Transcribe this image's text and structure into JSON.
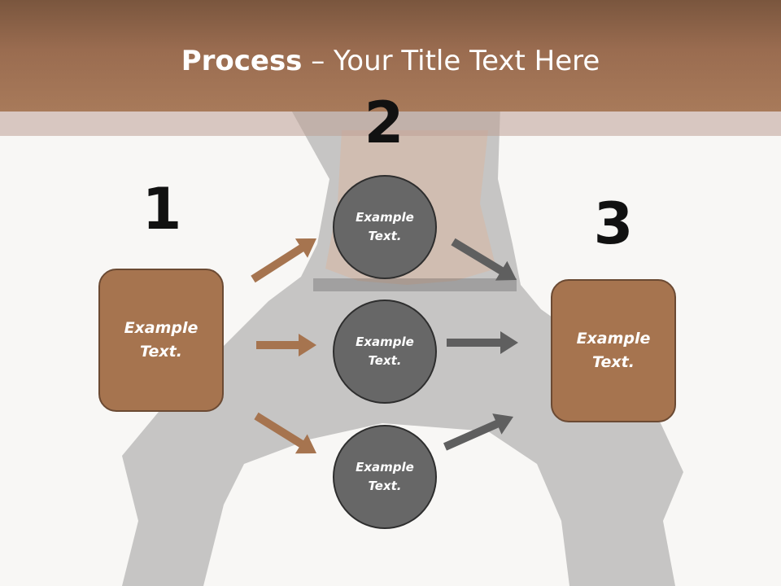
{
  "title": {
    "bold": "Process",
    "rest": " – Your Title Text Here"
  },
  "steps": [
    {
      "number": "1",
      "box_text": "Example Text."
    },
    {
      "number": "2",
      "circles": [
        "Example Text.",
        "Example Text.",
        "Example Text."
      ]
    },
    {
      "number": "3",
      "box_text": "Example Text."
    }
  ],
  "colors": {
    "header": "#a0704f",
    "box": "#a6744f",
    "circle": "#676767",
    "arrow_left": "#a6744f",
    "arrow_right": "#5f5f5f"
  }
}
